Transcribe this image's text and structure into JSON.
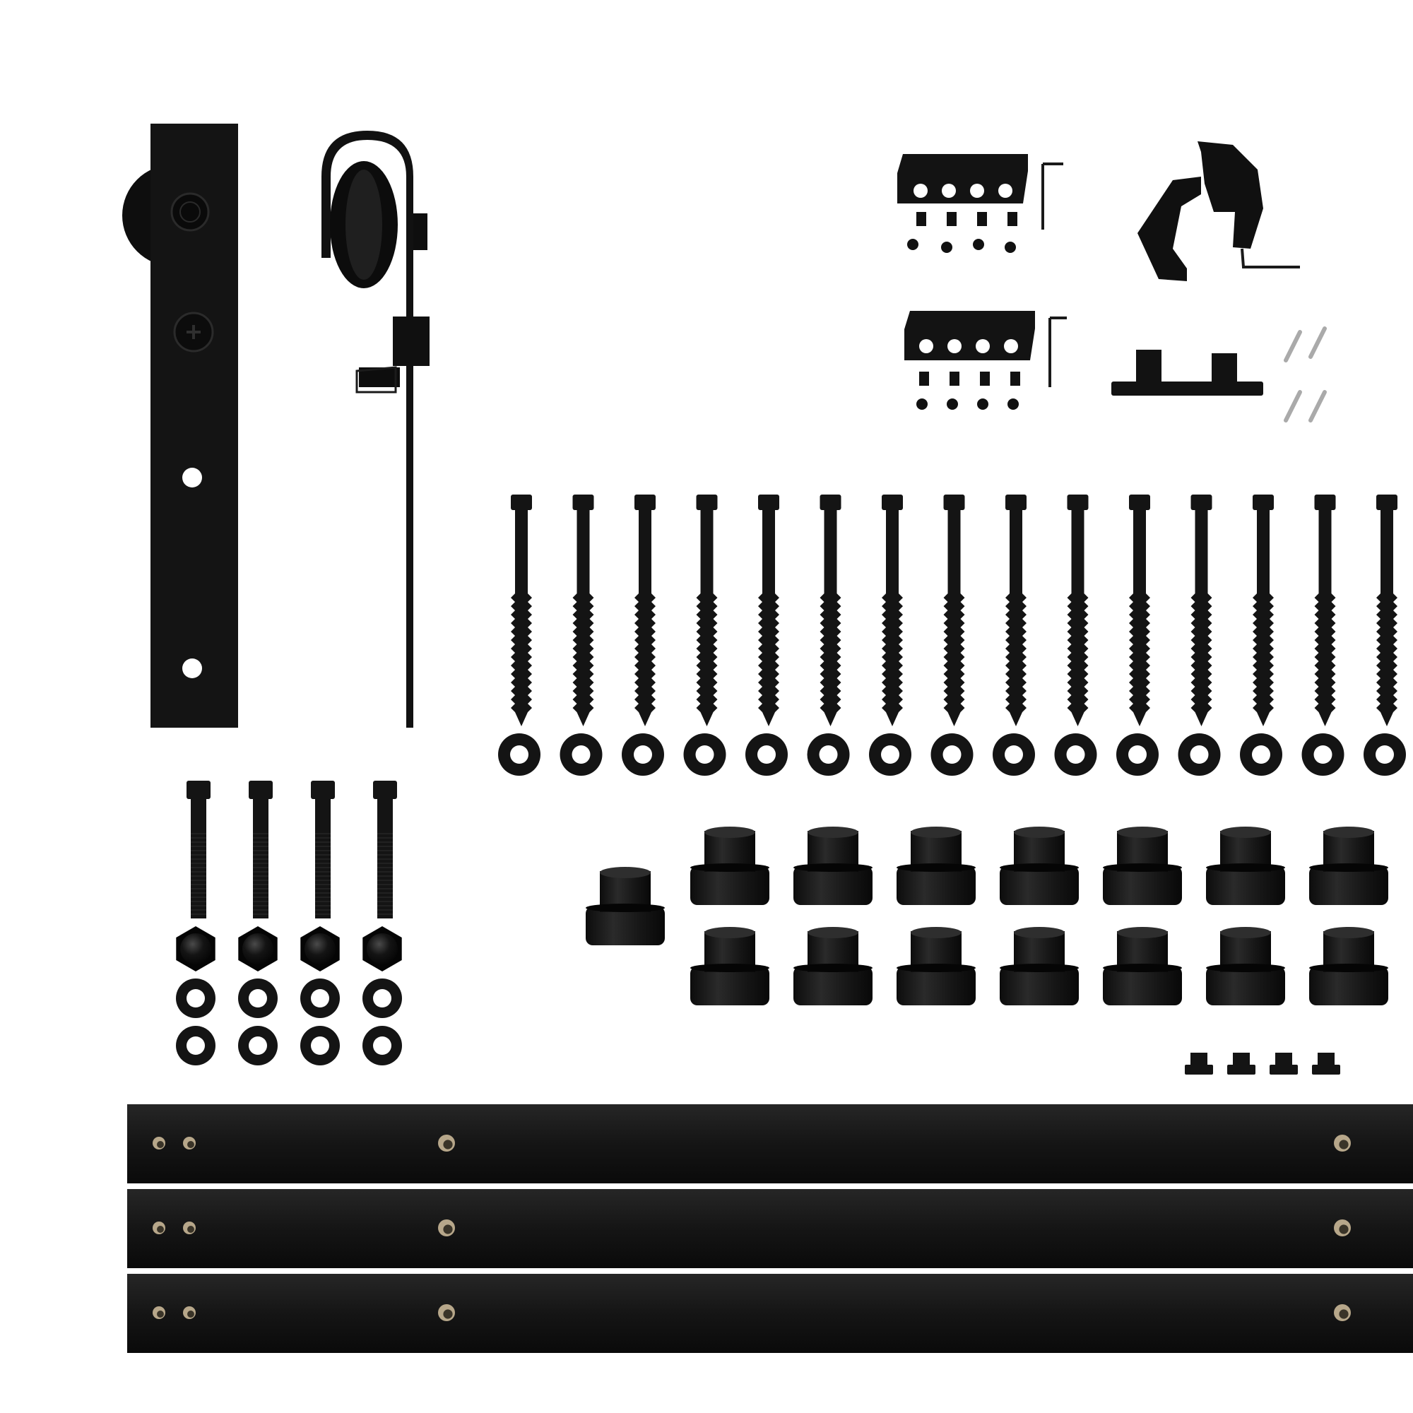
{
  "colors": {
    "background": "#ffffff",
    "metal": "#141414",
    "metal_dark": "#050505",
    "metal_highlight": "#2e2e2e",
    "hole": "#ffffff",
    "brass_hole": "#b7a78a"
  },
  "kit": {
    "hanger_straps": 2,
    "lag_screws": 15,
    "lag_washers": 15,
    "bolts": 4,
    "cap_nuts": 4,
    "bolt_washers": 8,
    "spacers": 15,
    "small_stops": 4,
    "rails": 3
  }
}
